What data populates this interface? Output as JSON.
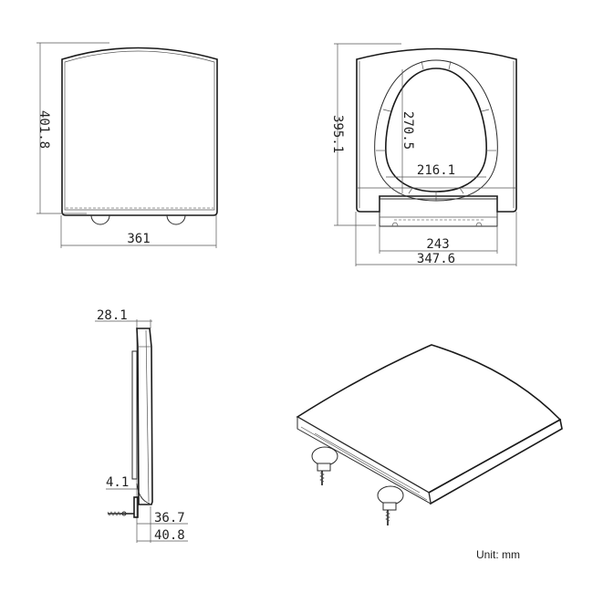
{
  "drawing": {
    "front_view": {
      "height_label": "401.8",
      "width_label": "361"
    },
    "underside_view": {
      "height_label": "395.1",
      "inner_height_label": "270.5",
      "inner_width_label": "216.1",
      "hinge_width_label": "243",
      "overall_width_label": "347.6"
    },
    "side_view": {
      "top_thickness_label": "28.1",
      "gap_label": "4.1",
      "hinge_depth_label": "36.7",
      "total_depth_label": "40.8"
    },
    "isometric_view": {
      "description": "toilet seat isometric with hinges"
    },
    "unit_label": "Unit: mm"
  }
}
